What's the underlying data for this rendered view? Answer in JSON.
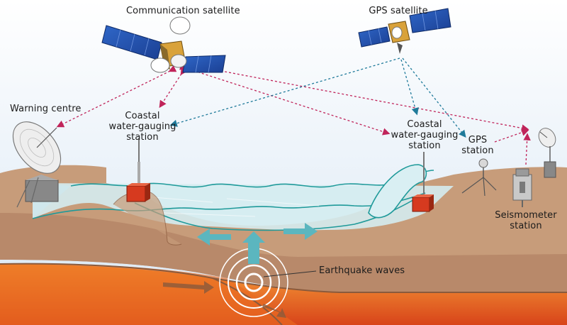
{
  "labels": {
    "communication_satellite": "Communication satellite",
    "gps_satellite": "GPS satellite",
    "warning_centre": "Warning centre",
    "coastal_station_left": [
      "Coastal",
      "water-gauging",
      "station"
    ],
    "coastal_station_right": [
      "Coastal",
      "water-gauging",
      "station"
    ],
    "gps_station": [
      "GPS",
      "station"
    ],
    "seismometer_station": [
      "Seismometer",
      "station"
    ],
    "earthquake_waves": "Earthquake waves"
  },
  "colors": {
    "sky": "#dde9f5",
    "land": "#c49a78",
    "crust": "#b0845e",
    "water": "#cfe9ee",
    "water_line": "#1f9a9a",
    "magma": "#e35a1a",
    "station_box": "#d63a1f",
    "link_magenta": "#c0245a",
    "link_teal": "#1f7a9a",
    "arrow_teal": "#5bb6bf"
  },
  "icons": [
    "communication-satellite-icon",
    "gps-satellite-icon",
    "warning-centre-dish-icon",
    "gps-station-icon",
    "seismometer-icon"
  ]
}
